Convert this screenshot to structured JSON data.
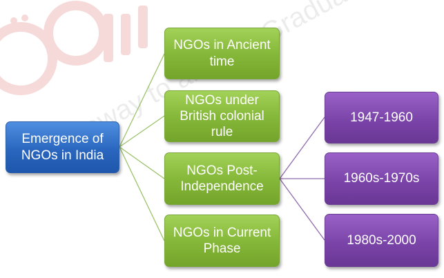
{
  "diagram": {
    "root": {
      "label": "Emergence of NGOs in India"
    },
    "branches": [
      {
        "label": "NGOs in Ancient time"
      },
      {
        "label": "NGOs under British colonial rule"
      },
      {
        "label": "NGOs Post-Independence"
      },
      {
        "label": "NGOs in Current Phase"
      }
    ],
    "post_independence_periods": [
      {
        "label": "1947-1960"
      },
      {
        "label": "1960s-1970s"
      },
      {
        "label": "1980s-2000"
      }
    ]
  },
  "colors": {
    "root": "#2a66bf",
    "branch": "#86b83a",
    "period": "#7a44a8",
    "connector_green": "#9cc26a",
    "connector_purple": "#8e6aad"
  },
  "watermark": {
    "logo_text": "epgपाठ",
    "tagline_fragment": "teway to all Post Graduate"
  }
}
